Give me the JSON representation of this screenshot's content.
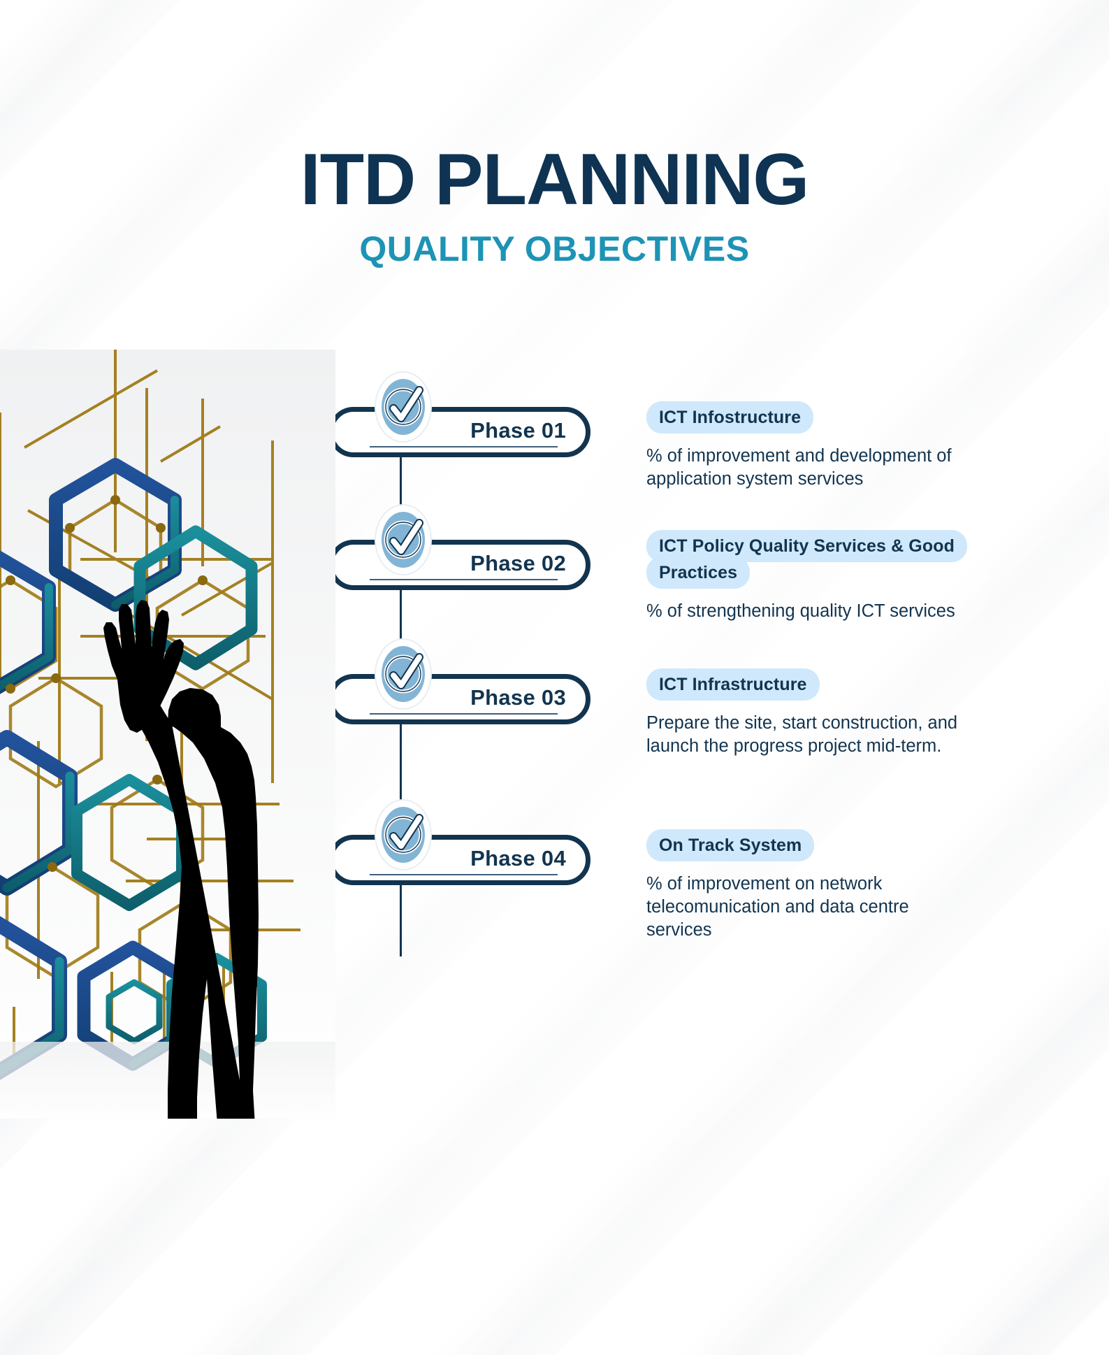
{
  "header": {
    "title": "ITD PLANNING",
    "subtitle": "QUALITY OBJECTIVES"
  },
  "colors": {
    "navy": "#12344f",
    "teal": "#1d93b5",
    "badge_bg": "#cfe8fb",
    "icon_blue": "#82b4d6",
    "hex_blue": "#1b4a8a",
    "hex_teal": "#12808f",
    "hex_gold": "#a07a16",
    "silhouette": "#000000"
  },
  "illustration": {
    "name": "person-touching-hexagonal-network",
    "description": "Silhouette of a person reaching toward a blue and teal hexagonal network graphic with gold connector lines"
  },
  "timeline": {
    "phases": [
      {
        "id": "phase-01",
        "label": "Phase 01",
        "icon": "check-circle-icon",
        "badge": "ICT Infostructure",
        "description": "% of improvement and development of application system services"
      },
      {
        "id": "phase-02",
        "label": "Phase 02",
        "icon": "check-circle-icon",
        "badge": "ICT Policy Quality Services & Good Practices",
        "description": "% of strengthening quality ICT services"
      },
      {
        "id": "phase-03",
        "label": "Phase 03",
        "icon": "check-circle-icon",
        "badge": "ICT Infrastructure",
        "description": "Prepare the site, start construction, and launch the progress project mid-term."
      },
      {
        "id": "phase-04",
        "label": "Phase 04",
        "icon": "check-circle-icon",
        "badge": "On Track System",
        "description": "% of improvement on network telecomunication and data centre services"
      }
    ]
  }
}
